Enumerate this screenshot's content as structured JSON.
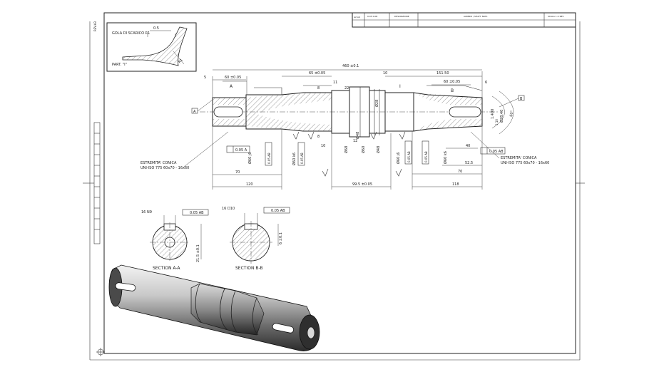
{
  "title_block": {
    "cells": [
      "A2  A4",
      "0.05 0.08",
      "DESCRIZIONE",
      "ALBERO / SHAFT NUM.",
      "SCALA 1:2  REV"
    ],
    "revision_side_label": "REV.A3"
  },
  "detail": {
    "title": "GOLA DI SCARICO R1",
    "label": "PART. \"I\"",
    "dim_top": "0.5",
    "dim_r": "R1"
  },
  "main_view": {
    "overall_length": "460 ±0.1",
    "dim_5": "5",
    "dim_60_left": "60 ±0.05",
    "dim_65": "65 ±0.05",
    "dim_11": "11",
    "dim_10_top": "10",
    "dim_151": "151.50",
    "dim_60_right": "60 ±0.05",
    "dim_6_right": "6",
    "dim_22": "22",
    "dim_8a": "8",
    "dim_8b": "8",
    "dim_10_bot": "10",
    "dim_12": "12",
    "dim_70_left": "70",
    "dim_120": "120",
    "dim_99": "99.5 ±0.05",
    "dim_118": "118",
    "dim_70_right": "70",
    "dim_40": "40",
    "dim_52": "52.5",
    "section_a": "A",
    "section_b": "B",
    "part_i": "I",
    "diam_28": "Ø28",
    "diam_60": "Ø60",
    "diam_68": "Ø68",
    "diam_48a": "Ø48",
    "diam_48b": "Ø48",
    "diam_60h6_left": "Ø60 j6",
    "diam_60k6_left": "Ø60 k6",
    "diam_60h6_right": "Ø60 j6",
    "diam_60k6_right": "Ø60 k6",
    "dia_arc_top": "Ø28.40",
    "dia_arc_bot": "1:10",
    "dia_arc_angle": "60°",
    "dia_dim_v": "1.400",
    "datum_a": "A",
    "datum_b": "B",
    "tol_left": "0.05 A",
    "tol_right": "0.05 AB",
    "note_left_l1": "ESTREMITA' CONICA",
    "note_left_l2": "UNI-ISO 775 60x70 - 16x60",
    "note_right_l1": "ESTREMITA' CONICA",
    "note_right_l2": "UNI-ISO 775 60x70 - 16x60",
    "tol_frame_b_left": "0.05 AB",
    "tol_frame_b_right": "0.05 AB",
    "tol_frame_mid_left": "0.05 AB",
    "tol_frame_mid_right": "0.05 AB"
  },
  "section_a": {
    "label": "SECTION A-A",
    "key_dim": "16 N9",
    "tol": "0.05 AB",
    "depth": "21.5 ±0.1"
  },
  "section_b": {
    "label": "SECTION B-B",
    "key_dim": "16 D10",
    "tol": "0.05 AB",
    "depth": "6 ±0.1"
  },
  "colors": {
    "line": "#222222",
    "hatch": "#555555",
    "shaft_dark": "#3a3a3a",
    "shaft_light": "#d8d8d8"
  }
}
